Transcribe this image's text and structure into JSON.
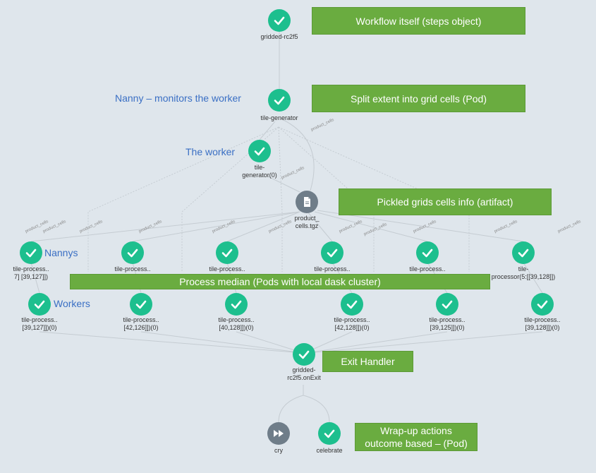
{
  "nodes": {
    "root": {
      "label": "gridded-rc2f5",
      "status": "succeeded"
    },
    "generator": {
      "label": "tile-generator",
      "status": "succeeded"
    },
    "generator_pod": {
      "label": "tile-\ngenerator(0)",
      "status": "succeeded"
    },
    "artifact": {
      "label": "product_\ncells.tgz",
      "icon": "file-icon"
    },
    "nanny_1": {
      "label": "tile-process..\n7] [39,127]])"
    },
    "nanny_2": {
      "label": "tile-process.."
    },
    "nanny_3": {
      "label": "tile-process.."
    },
    "nanny_4": {
      "label": "tile-process.."
    },
    "nanny_5": {
      "label": "tile-process.."
    },
    "nanny_6": {
      "label": "tile-\nprocessor(5:[[39,128]])"
    },
    "worker_1": {
      "label": "tile-process..\n[39,127]])(0)"
    },
    "worker_2": {
      "label": "tile-process..\n[42,126]])(0)"
    },
    "worker_3": {
      "label": "tile-process..\n[40,128]])(0)"
    },
    "worker_4": {
      "label": "tile-process..\n[42,128]])(0)"
    },
    "worker_5": {
      "label": "tile-process..\n[39,125]])(0)"
    },
    "worker_6": {
      "label": "tile-process..\n[39,128]])(0)"
    },
    "exit": {
      "label": "gridded-\nrc2f5.onExit"
    },
    "cry": {
      "label": "cry",
      "status": "skipped"
    },
    "celebrate": {
      "label": "celebrate",
      "status": "succeeded"
    }
  },
  "edge_label": "product_cells",
  "callouts": {
    "workflow": "Workflow itself (steps object)",
    "split": "Split extent into grid cells (Pod)",
    "pickled": "Pickled grids cells info (artifact)",
    "process": "Process median (Pods with local dask cluster)",
    "exit": "Exit Handler",
    "wrapup": "Wrap-up actions\noutcome based – (Pod)"
  },
  "annotations": {
    "nanny_monitor": "Nanny – monitors the worker",
    "worker": "The worker",
    "nannys": "Nannys",
    "workers": "Workers"
  },
  "colors": {
    "success": "#1dbf8e",
    "skipped": "#6f7d89",
    "callout": "#6aac40",
    "annotation": "#3a6fc4",
    "background": "#dfe6ec"
  }
}
